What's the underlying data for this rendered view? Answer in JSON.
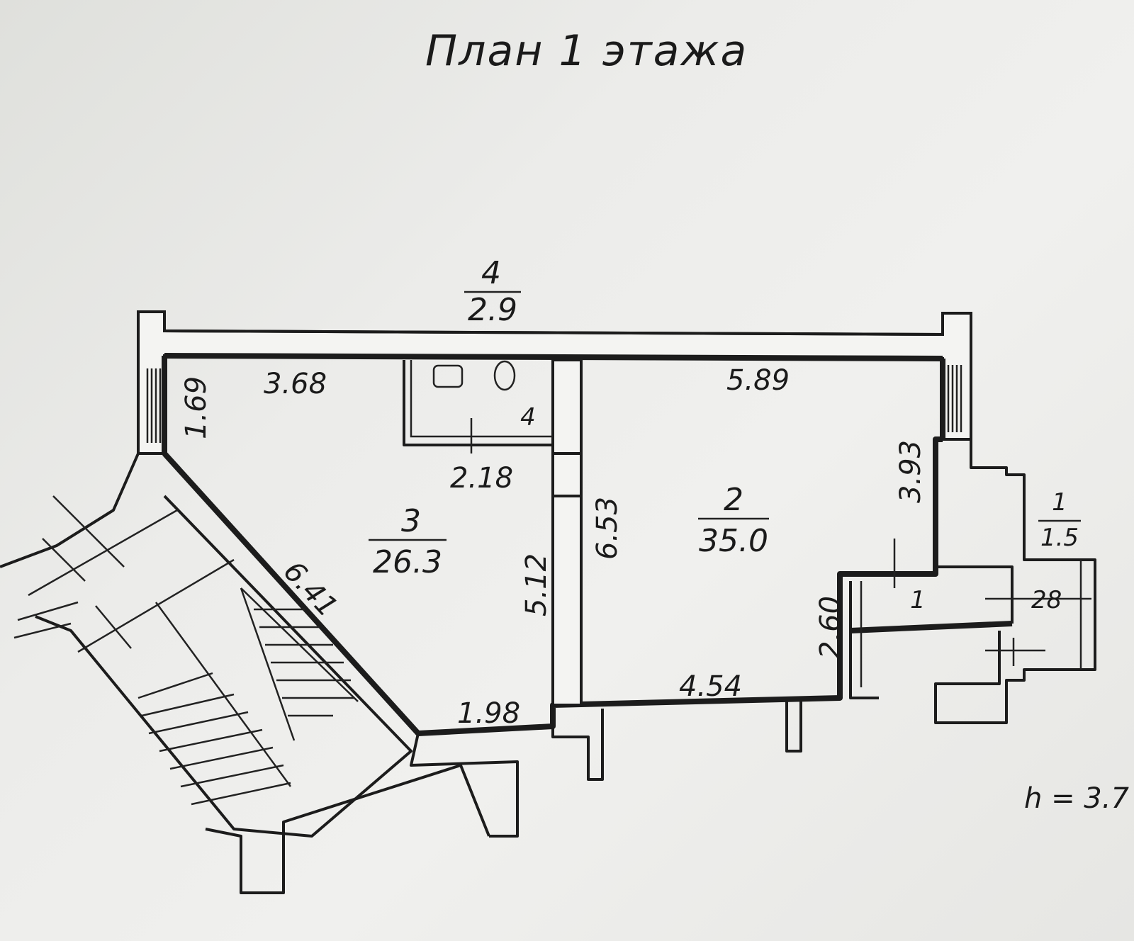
{
  "title": "План 1 этажа",
  "height_note": "h = 3.7",
  "rooms": [
    {
      "id": "room-4-top",
      "number": "4",
      "area": "2.9"
    },
    {
      "id": "room-3",
      "number": "3",
      "area": "26.3"
    },
    {
      "id": "room-2",
      "number": "2",
      "area": "35.0"
    },
    {
      "id": "room-1-right",
      "number": "1",
      "area": "1.5"
    },
    {
      "id": "room-4-wc",
      "number": "4",
      "area": ""
    },
    {
      "id": "room-1-small",
      "number": "1",
      "area": ""
    }
  ],
  "dimensions": {
    "d368": "3.68",
    "d169": "1.69",
    "d218": "2.18",
    "d589": "5.89",
    "d393": "3.93",
    "d653": "6.53",
    "d512": "5.12",
    "d641": "6.41",
    "d198": "1.98",
    "d454": "4.54",
    "d260": "2.60",
    "d28": "28"
  }
}
